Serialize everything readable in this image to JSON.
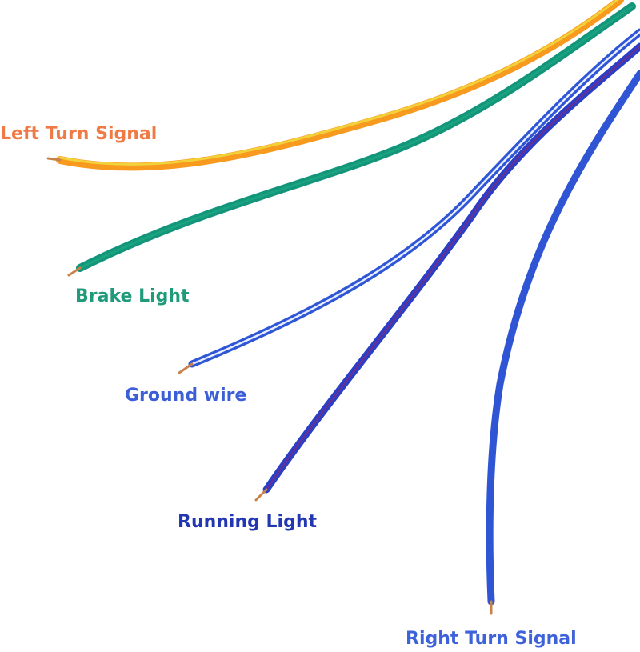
{
  "wires": [
    {
      "id": "left-turn-signal",
      "label": "Left Turn Signal",
      "label_color": "#f07a45",
      "insulation": "#f79a1e",
      "stripe": "#f2d23a"
    },
    {
      "id": "brake-light",
      "label": "Brake Light",
      "label_color": "#1f9a7a",
      "insulation": "#12957a",
      "stripe": "#1aa37f"
    },
    {
      "id": "ground-wire",
      "label": "Ground wire",
      "label_color": "#3b5fd6",
      "insulation": "#2f56d6",
      "stripe": "#e9efff"
    },
    {
      "id": "running-light",
      "label": "Running Light",
      "label_color": "#2437b3",
      "insulation": "#2a3fc8",
      "stripe": "#6a2f8f"
    },
    {
      "id": "right-turn-signal",
      "label": "Right Turn Signal",
      "label_color": "#3e62d9",
      "insulation": "#2f55d4",
      "stripe": "#3a62e0"
    }
  ],
  "copper_color": "#c9824a"
}
